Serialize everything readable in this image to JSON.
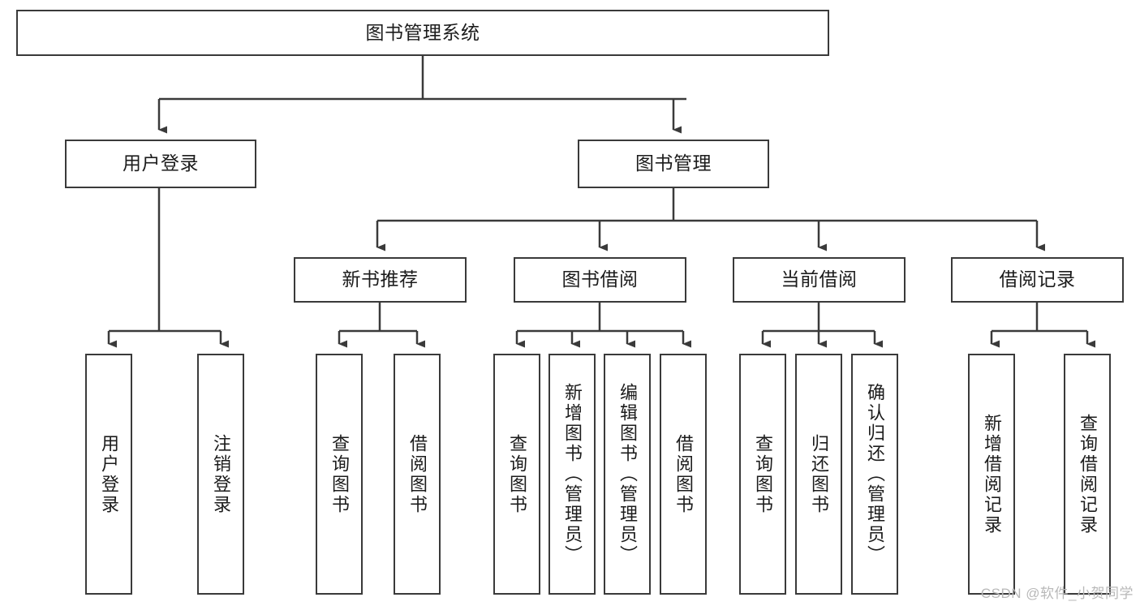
{
  "diagram": {
    "title": "图书管理系统",
    "watermark": "CSDN @软件_小贺同学",
    "accent_color": "#3a3a3a",
    "background_color": "#ffffff",
    "root": {
      "label": "图书管理系统"
    },
    "level2": [
      {
        "label": "用户登录"
      },
      {
        "label": "图书管理"
      }
    ],
    "level3": [
      {
        "label": "新书推荐"
      },
      {
        "label": "图书借阅"
      },
      {
        "label": "当前借阅"
      },
      {
        "label": "借阅记录"
      }
    ],
    "leaves": {
      "user_login": [
        {
          "label": "用户登录"
        },
        {
          "label": "注销登录"
        }
      ],
      "new_book": [
        {
          "label": "查询图书"
        },
        {
          "label": "借阅图书"
        }
      ],
      "book_borrow": [
        {
          "label": "查询图书"
        },
        {
          "label": "新增图书（管理员）"
        },
        {
          "label": "编辑图书（管理员）"
        },
        {
          "label": "借阅图书"
        }
      ],
      "current_borrow": [
        {
          "label": "查询图书"
        },
        {
          "label": "归还图书"
        },
        {
          "label": "确认归还（管理员）"
        }
      ],
      "borrow_record": [
        {
          "label": "新增借阅记录"
        },
        {
          "label": "查询借阅记录"
        }
      ]
    }
  }
}
